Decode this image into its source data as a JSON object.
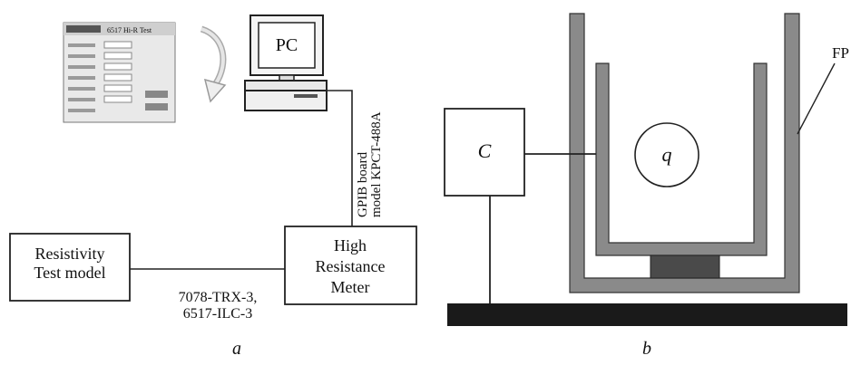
{
  "panel_a": {
    "caption": "a",
    "pc_label": "PC",
    "resistivity_box": {
      "line1": "Resistivity",
      "line2": "Test model"
    },
    "meter_box": {
      "line1": "High",
      "line2": "Resistance",
      "line3": "Meter"
    },
    "cable_label": {
      "line1": "7078-TRX-3,",
      "line2": "6517-ILC-3"
    },
    "gpib_label": {
      "line1": "GPIB board",
      "line2": "model KPCT-488A"
    },
    "screen_thumbnail": {
      "title": "6517 Hi-R Test"
    }
  },
  "panel_b": {
    "caption": "b",
    "c_label": "C",
    "q_label": "q",
    "fp_label": "FP"
  },
  "colors": {
    "ink": "#111111",
    "shield_gray": "#8a8a8a",
    "base_black": "#1a1a1a",
    "pad_dark": "#4a4a4a"
  }
}
